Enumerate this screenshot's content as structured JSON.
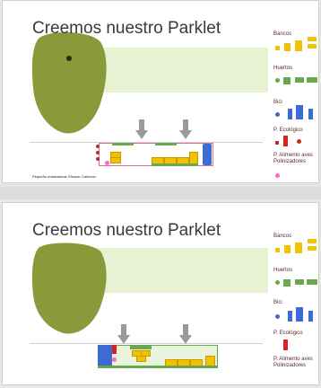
{
  "slides": [
    {
      "title": "Creemos nuestro Parklet",
      "credit": "Pequeño malavadora: Eleazer Cameron",
      "legend": {
        "bancos": "Bancos",
        "huertos": "Huertos",
        "bici": "Bici",
        "ecologico": "P. Ecológico",
        "alimento": "P. Alimento aves Polinizadores"
      }
    },
    {
      "title": "Creemos nuestro Parklet",
      "legend": {
        "bancos": "Bancos",
        "huertos": "Huertos",
        "bici": "Bici",
        "ecologico": "P. Ecológico",
        "alimento": "P. Alimento aves Polinizadores"
      }
    }
  ],
  "colors": {
    "bench": "#f2c200",
    "planter": "#6aa84f",
    "bike": "#3d6bd6",
    "eco": "#e02020",
    "pollinator": "#ff66cc",
    "tree": "#8a9a3a",
    "arrow": "#9a9a9a"
  }
}
